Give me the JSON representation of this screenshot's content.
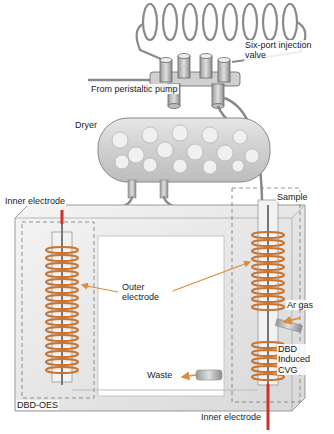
{
  "diagram": {
    "labels": [
      "Six-port injection valve",
      "From peristaltic pump",
      "Dryer",
      "Inner electrode",
      "Sample",
      "Outer electrode",
      "Ar gas",
      "DBD Induced CVG",
      "Waste",
      "DBD-OES",
      "Inner electrode"
    ]
  }
}
